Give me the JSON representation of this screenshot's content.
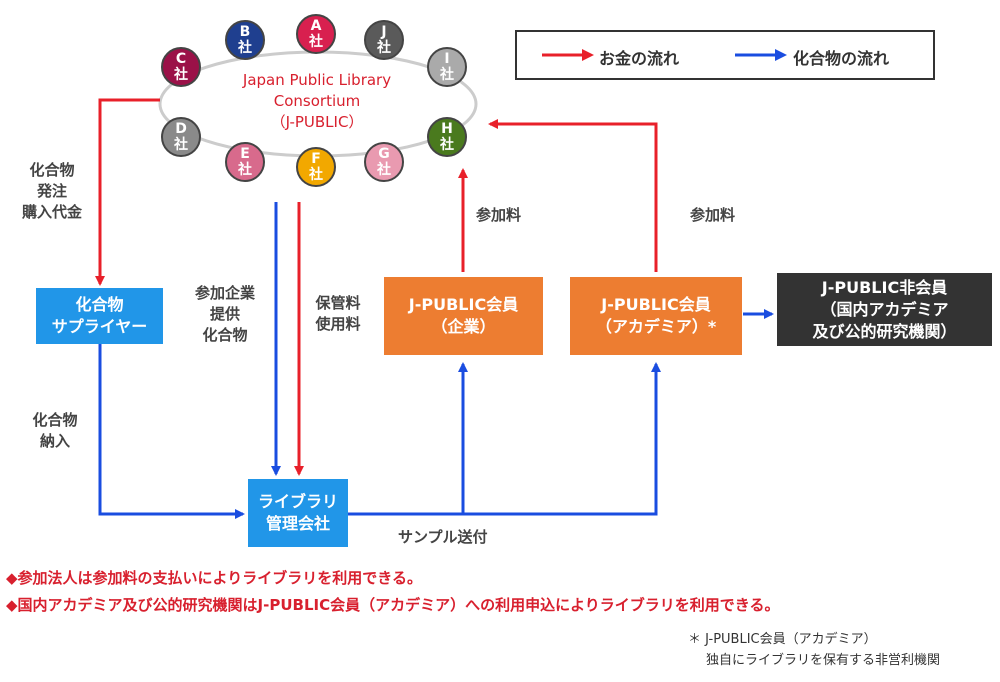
{
  "legend": {
    "money": "お金の流れ",
    "compound": "化合物の流れ"
  },
  "consortium": {
    "line1": "Japan Public Library",
    "line2": "Consortium",
    "line3": "（J-PUBLIC）"
  },
  "companies": [
    {
      "letter": "A",
      "suffix": "社",
      "color": "#d8204f"
    },
    {
      "letter": "B",
      "suffix": "社",
      "color": "#1f3f8f"
    },
    {
      "letter": "C",
      "suffix": "社",
      "color": "#9b1148"
    },
    {
      "letter": "D",
      "suffix": "社",
      "color": "#8a8a8a"
    },
    {
      "letter": "E",
      "suffix": "社",
      "color": "#d86a8c"
    },
    {
      "letter": "F",
      "suffix": "社",
      "color": "#f2a800"
    },
    {
      "letter": "G",
      "suffix": "社",
      "color": "#e99ab0"
    },
    {
      "letter": "H",
      "suffix": "社",
      "color": "#4a7a1e"
    },
    {
      "letter": "I",
      "suffix": "社",
      "color": "#aaaaaa"
    },
    {
      "letter": "J",
      "suffix": "社",
      "color": "#5a5a5a"
    }
  ],
  "boxes": {
    "supplier": [
      "化合物",
      "サプライヤー"
    ],
    "library": [
      "ライブラリ",
      "管理会社"
    ],
    "member_corp": [
      "J-PUBLIC会員",
      "（企業）"
    ],
    "member_acad": [
      "J-PUBLIC会員",
      "（アカデミア）*"
    ],
    "non_member": [
      "J-PUBLIC非会員",
      "（国内アカデミア",
      "及び公的研究機関）"
    ]
  },
  "labels": {
    "order": [
      "化合物",
      "発注",
      "購入代金"
    ],
    "deliver": [
      "化合物",
      "納入"
    ],
    "provide": [
      "参加企業",
      "提供",
      "化合物"
    ],
    "storage": [
      "保管料",
      "使用料"
    ],
    "fee_corp": "参加料",
    "fee_acad": "参加料",
    "sample": "サンプル送付"
  },
  "notes": [
    "◆参加法人は参加料の支払いによりライブラリを利用できる。",
    "◆国内アカデミア及び公的研究機関はJ-PUBLIC会員（アカデミア）への利用申込によりライブラリを利用できる。"
  ],
  "footnote": [
    "＊ J-PUBLIC会員（アカデミア）",
    "独自にライブラリを保有する非営利機関"
  ],
  "colors": {
    "money": "#e8202a",
    "compound": "#1a4de0",
    "blue_box": "#2196e8",
    "orange_box": "#ed7d31",
    "dark_box": "#333333"
  }
}
